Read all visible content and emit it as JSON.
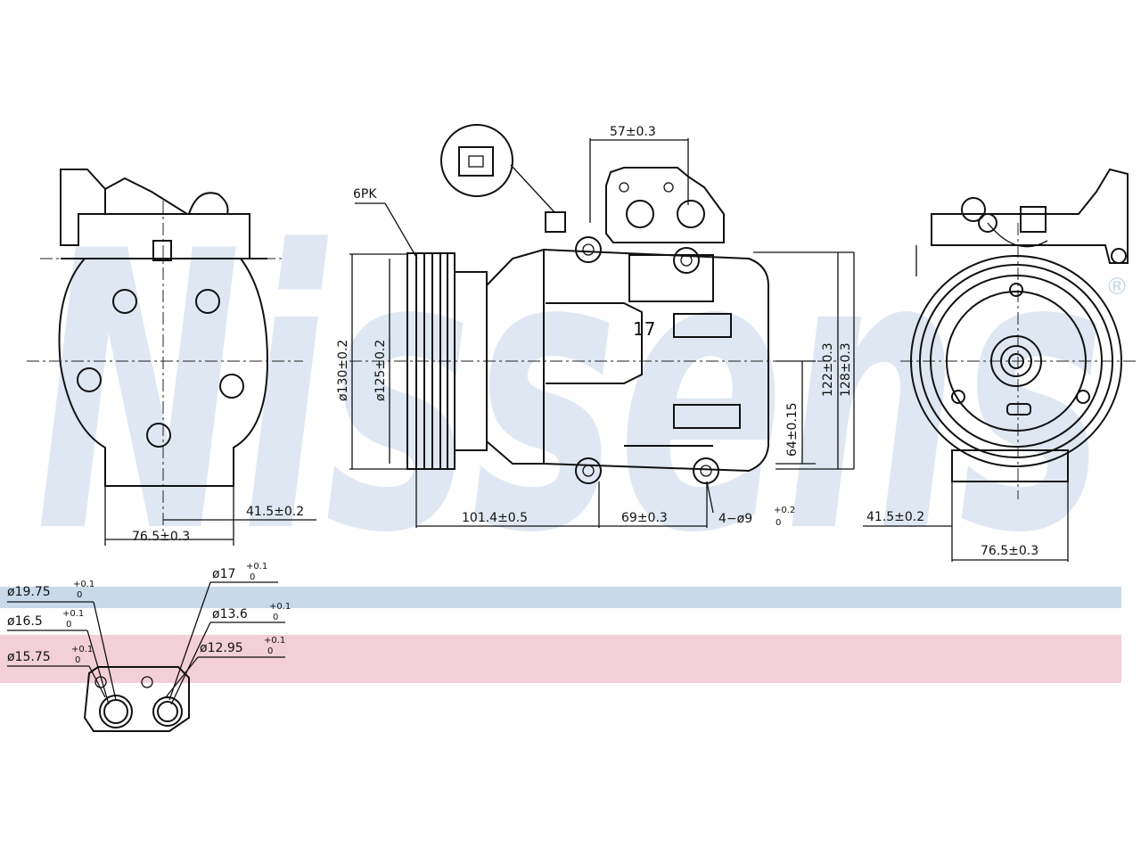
{
  "watermark": {
    "brand": "Nissens",
    "registered_mark": "®"
  },
  "colors": {
    "watermark_blue": "#c5d6e8",
    "band_blue": "#c9d9ea",
    "band_pink": "#f3cfd7",
    "line": "#111111"
  },
  "part_label": "17",
  "belt_label": "6PK",
  "dimensions": {
    "top_width": "57±0.3",
    "pulley_outer_dia": "ø130±0.2",
    "pulley_inner_dia": "ø125±0.2",
    "body_length": "101.4±0.5",
    "mount_spacing": "69±0.3",
    "mount_holes": "4−ø9",
    "mount_holes_tol_upper": "+0.2",
    "mount_holes_tol_lower": "0",
    "height_center": "64±0.15",
    "height_122": "122±0.3",
    "height_128": "128±0.3",
    "left_offset": "41.5±0.2",
    "left_width": "76.5±0.3",
    "right_offset": "41.5±0.2",
    "right_width": "76.5±0.3"
  },
  "ports": [
    {
      "dia": "ø19.75",
      "tol_upper": "+0.1",
      "tol_lower": "0"
    },
    {
      "dia": "ø16.5",
      "tol_upper": "+0.1",
      "tol_lower": "0"
    },
    {
      "dia": "ø15.75",
      "tol_upper": "+0.1",
      "tol_lower": "0"
    },
    {
      "dia": "ø17",
      "tol_upper": "+0.1",
      "tol_lower": "0"
    },
    {
      "dia": "ø13.6",
      "tol_upper": "+0.1",
      "tol_lower": "0"
    },
    {
      "dia": "ø12.95",
      "tol_upper": "+0.1",
      "tol_lower": "0"
    }
  ]
}
